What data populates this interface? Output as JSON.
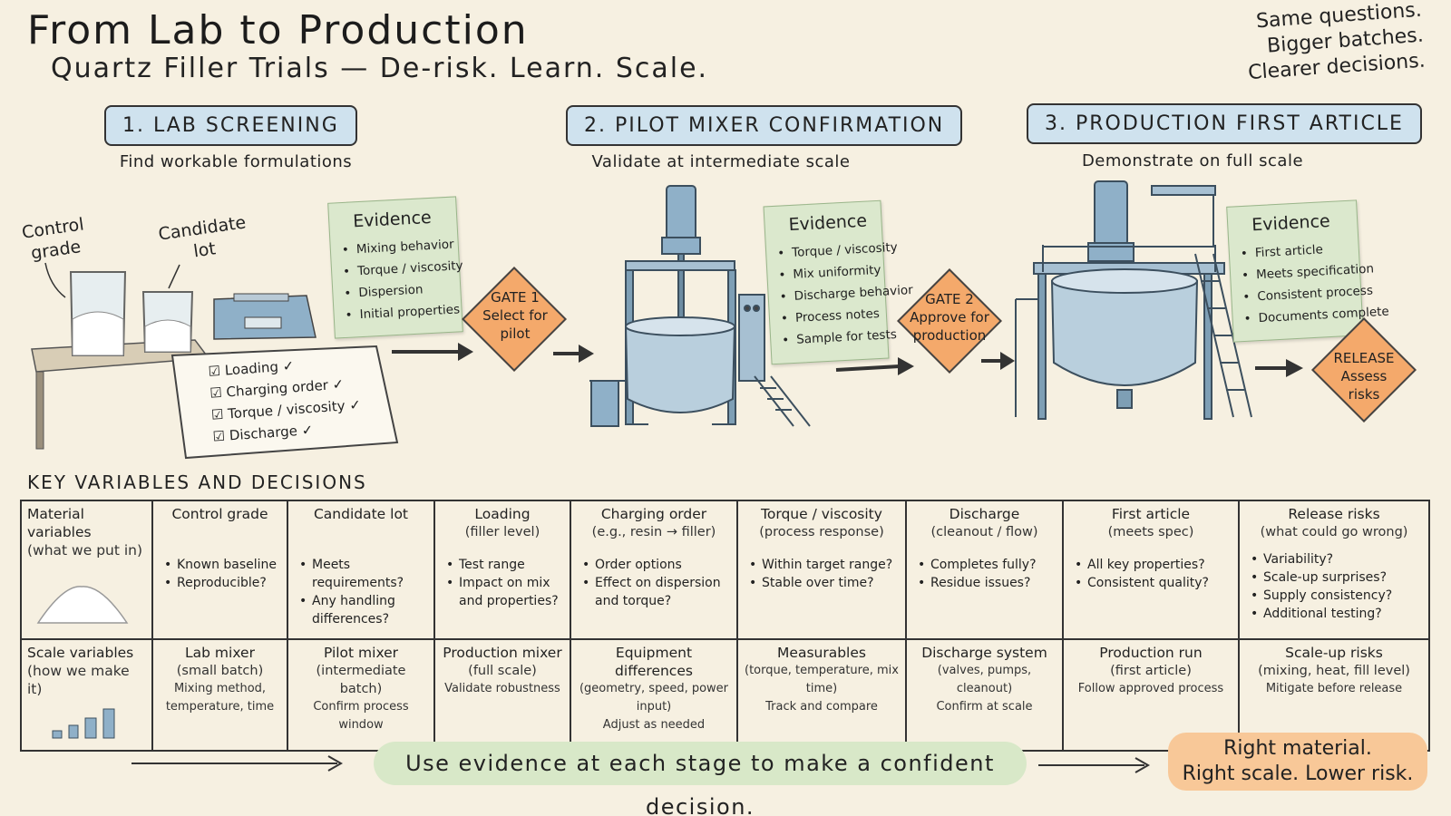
{
  "header": {
    "title": "From Lab to Production",
    "subtitle": "Quartz Filler Trials — De-risk. Learn. Scale.",
    "note": [
      "Same questions.",
      "Bigger batches.",
      "Clearer decisions."
    ]
  },
  "stages": [
    {
      "title": "1. LAB SCREENING",
      "subtitle": "Find workable formulations",
      "evidence_title": "Evidence",
      "evidence": [
        "Mixing behavior",
        "Torque / viscosity",
        "Dispersion",
        "Initial properties"
      ]
    },
    {
      "title": "2. PILOT MIXER CONFIRMATION",
      "subtitle": "Validate at intermediate scale",
      "evidence_title": "Evidence",
      "evidence": [
        "Torque / viscosity",
        "Mix uniformity",
        "Discharge behavior",
        "Process notes",
        "Sample for tests"
      ]
    },
    {
      "title": "3. PRODUCTION FIRST ARTICLE",
      "subtitle": "Demonstrate on full scale",
      "evidence_title": "Evidence",
      "evidence": [
        "First article",
        "Meets specification",
        "Consistent process",
        "Documents complete"
      ]
    }
  ],
  "gates": [
    {
      "title": "GATE 1",
      "line1": "Select for",
      "line2": "pilot"
    },
    {
      "title": "GATE 2",
      "line1": "Approve for",
      "line2": "production"
    },
    {
      "title": "RELEASE",
      "line1": "Assess",
      "line2": "risks"
    }
  ],
  "lab": {
    "control_label": "Control\ngrade",
    "candidate_label": "Candidate\nlot",
    "checklist": [
      "Loading ✓",
      "Charging order ✓",
      "Torque / viscosity ✓",
      "Discharge ✓"
    ]
  },
  "table": {
    "section_title": "KEY VARIABLES AND DECISIONS",
    "material_head": "Material variables",
    "material_sub": "(what we put in)",
    "scale_head": "Scale variables",
    "scale_sub": "(how we make it)",
    "columns": [
      {
        "head": "Control grade",
        "sub": "",
        "bullets": [
          "Known baseline",
          "Reproducible?"
        ],
        "scale_head": "Lab mixer",
        "scale_sub": "(small batch)",
        "scale_note": "Mixing method, temperature, time"
      },
      {
        "head": "Candidate lot",
        "sub": "",
        "bullets": [
          "Meets requirements?",
          "Any handling differences?"
        ],
        "scale_head": "Pilot mixer",
        "scale_sub": "(intermediate batch)",
        "scale_note": "Confirm process window"
      },
      {
        "head": "Loading",
        "sub": "(filler level)",
        "bullets": [
          "Test range",
          "Impact on mix and properties?"
        ],
        "scale_head": "Production mixer",
        "scale_sub": "(full scale)",
        "scale_note": "Validate robustness"
      },
      {
        "head": "Charging order",
        "sub": "(e.g., resin → filler)",
        "bullets": [
          "Order options",
          "Effect on dispersion and torque?"
        ],
        "scale_head": "Equipment differences",
        "scale_sub": "(geometry, speed, power input)",
        "scale_note": "Adjust as needed"
      },
      {
        "head": "Torque / viscosity",
        "sub": "(process response)",
        "bullets": [
          "Within target range?",
          "Stable over time?"
        ],
        "scale_head": "Measurables",
        "scale_sub": "(torque, temperature, mix time)",
        "scale_note": "Track and compare"
      },
      {
        "head": "Discharge",
        "sub": "(cleanout / flow)",
        "bullets": [
          "Completes fully?",
          "Residue issues?"
        ],
        "scale_head": "Discharge system",
        "scale_sub": "(valves, pumps, cleanout)",
        "scale_note": "Confirm at scale"
      },
      {
        "head": "First article",
        "sub": "(meets spec)",
        "bullets": [
          "All key properties?",
          "Consistent quality?"
        ],
        "scale_head": "Production run",
        "scale_sub": "(first article)",
        "scale_note": "Follow approved process"
      },
      {
        "head": "Release risks",
        "sub": "(what could go wrong)",
        "bullets": [
          "Variability?",
          "Scale-up surprises?",
          "Supply consistency?",
          "Additional testing?"
        ],
        "scale_head": "Scale-up risks",
        "scale_sub": "(mixing, heat, fill level)",
        "scale_note": "Mitigate before release"
      }
    ]
  },
  "footer": {
    "banner": "Use evidence at each stage to make a confident decision.",
    "final_line1": "Right material.",
    "final_line2": "Right scale. Lower risk."
  },
  "colors": {
    "background": "#f6f0e1",
    "stage_box": "#cfe2ee",
    "evidence": "#dbe8cd",
    "gate": "#f4a96b",
    "banner": "#d8e8c8",
    "final": "#f8c898",
    "steel": "#8fb0c8"
  }
}
